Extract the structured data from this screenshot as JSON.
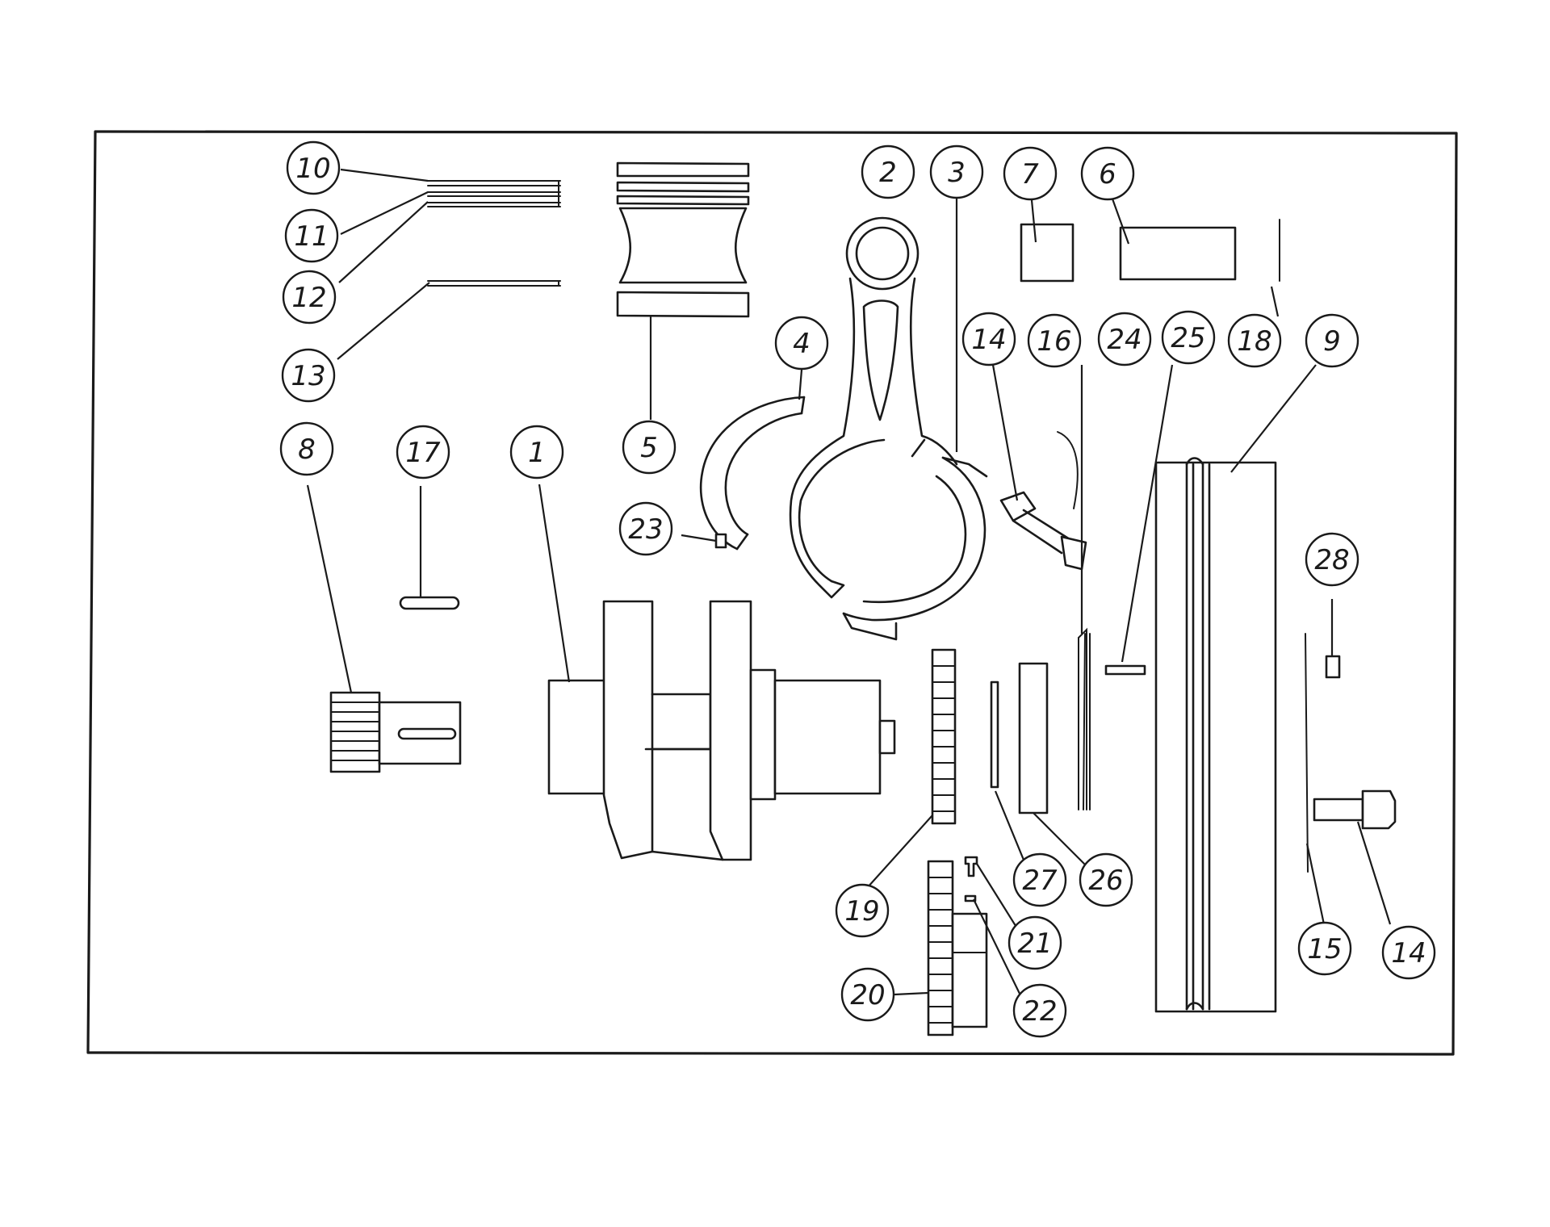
{
  "diagram": {
    "type": "exploded parts drawing",
    "ink_color": "#1a1a1a",
    "paper_color": "#ffffff",
    "callouts": [
      {
        "id": "c10",
        "label": "10"
      },
      {
        "id": "c11",
        "label": "11"
      },
      {
        "id": "c12",
        "label": "12"
      },
      {
        "id": "c13",
        "label": "13"
      },
      {
        "id": "c8",
        "label": "8"
      },
      {
        "id": "c17",
        "label": "17"
      },
      {
        "id": "c1",
        "label": "1"
      },
      {
        "id": "c5",
        "label": "5"
      },
      {
        "id": "c4",
        "label": "4"
      },
      {
        "id": "c23",
        "label": "23"
      },
      {
        "id": "c2",
        "label": "2"
      },
      {
        "id": "c3",
        "label": "3"
      },
      {
        "id": "c7",
        "label": "7"
      },
      {
        "id": "c6",
        "label": "6"
      },
      {
        "id": "c14a",
        "label": "14"
      },
      {
        "id": "c16",
        "label": "16"
      },
      {
        "id": "c24",
        "label": "24"
      },
      {
        "id": "c25",
        "label": "25"
      },
      {
        "id": "c18",
        "label": "18"
      },
      {
        "id": "c9",
        "label": "9"
      },
      {
        "id": "c28",
        "label": "28"
      },
      {
        "id": "c19",
        "label": "19"
      },
      {
        "id": "c27",
        "label": "27"
      },
      {
        "id": "c26",
        "label": "26"
      },
      {
        "id": "c21",
        "label": "21"
      },
      {
        "id": "c22",
        "label": "22"
      },
      {
        "id": "c20",
        "label": "20"
      },
      {
        "id": "c15",
        "label": "15"
      },
      {
        "id": "c14b",
        "label": "14"
      }
    ]
  }
}
